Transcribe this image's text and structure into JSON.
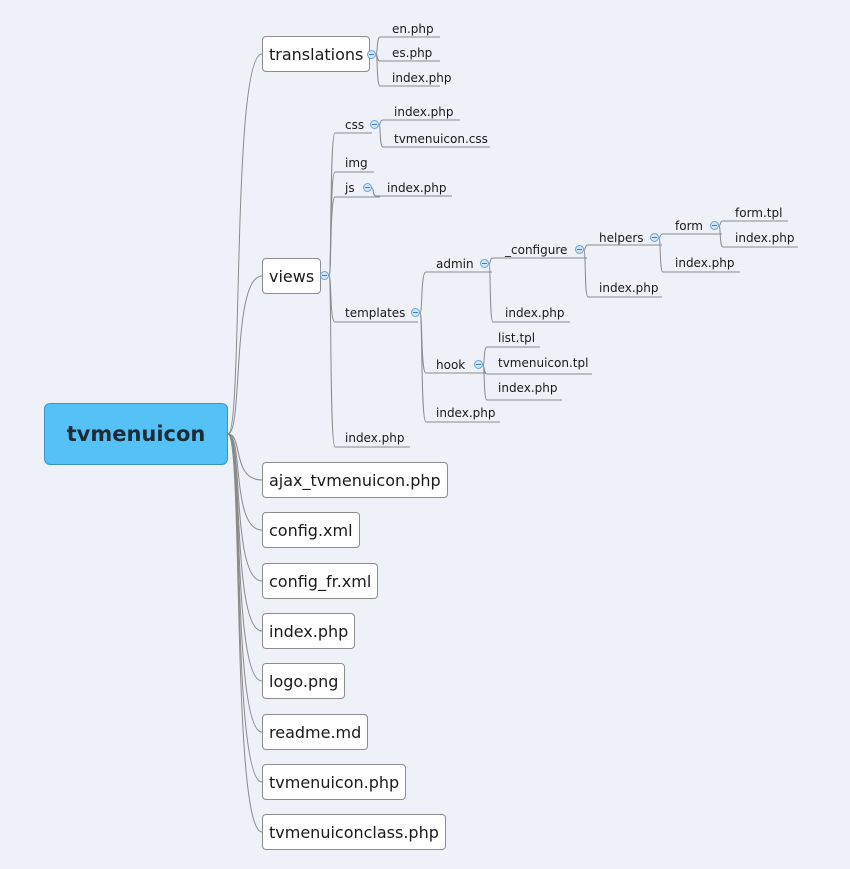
{
  "root": {
    "label": "tvmenuicon"
  },
  "translations": {
    "label": "translations",
    "children": [
      "en.php",
      "es.php",
      "index.php"
    ]
  },
  "views": {
    "label": "views",
    "css": {
      "label": "css",
      "children": [
        "index.php",
        "tvmenuicon.css"
      ]
    },
    "img": {
      "label": "img"
    },
    "js": {
      "label": "js",
      "children": [
        "index.php"
      ]
    },
    "templates": {
      "label": "templates",
      "admin": {
        "label": "admin",
        "configure": {
          "label": "_configure",
          "helpers": {
            "label": "helpers",
            "form": {
              "label": "form",
              "children": [
                "form.tpl",
                "index.php"
              ]
            },
            "index": "index.php"
          },
          "index": "index.php"
        },
        "index": "index.php"
      },
      "hook": {
        "label": "hook",
        "children": [
          "list.tpl",
          "tvmenuicon.tpl",
          "index.php"
        ]
      },
      "index": "index.php"
    },
    "index": "index.php"
  },
  "files": [
    "ajax_tvmenuicon.php",
    "config.xml",
    "config_fr.xml",
    "index.php",
    "logo.png",
    "readme.md",
    "tvmenuicon.php",
    "tvmenuiconclass.php"
  ],
  "colors": {
    "root_fill": "#54c1f7",
    "background": "#eef1f8",
    "line": "#8a8a8a"
  }
}
